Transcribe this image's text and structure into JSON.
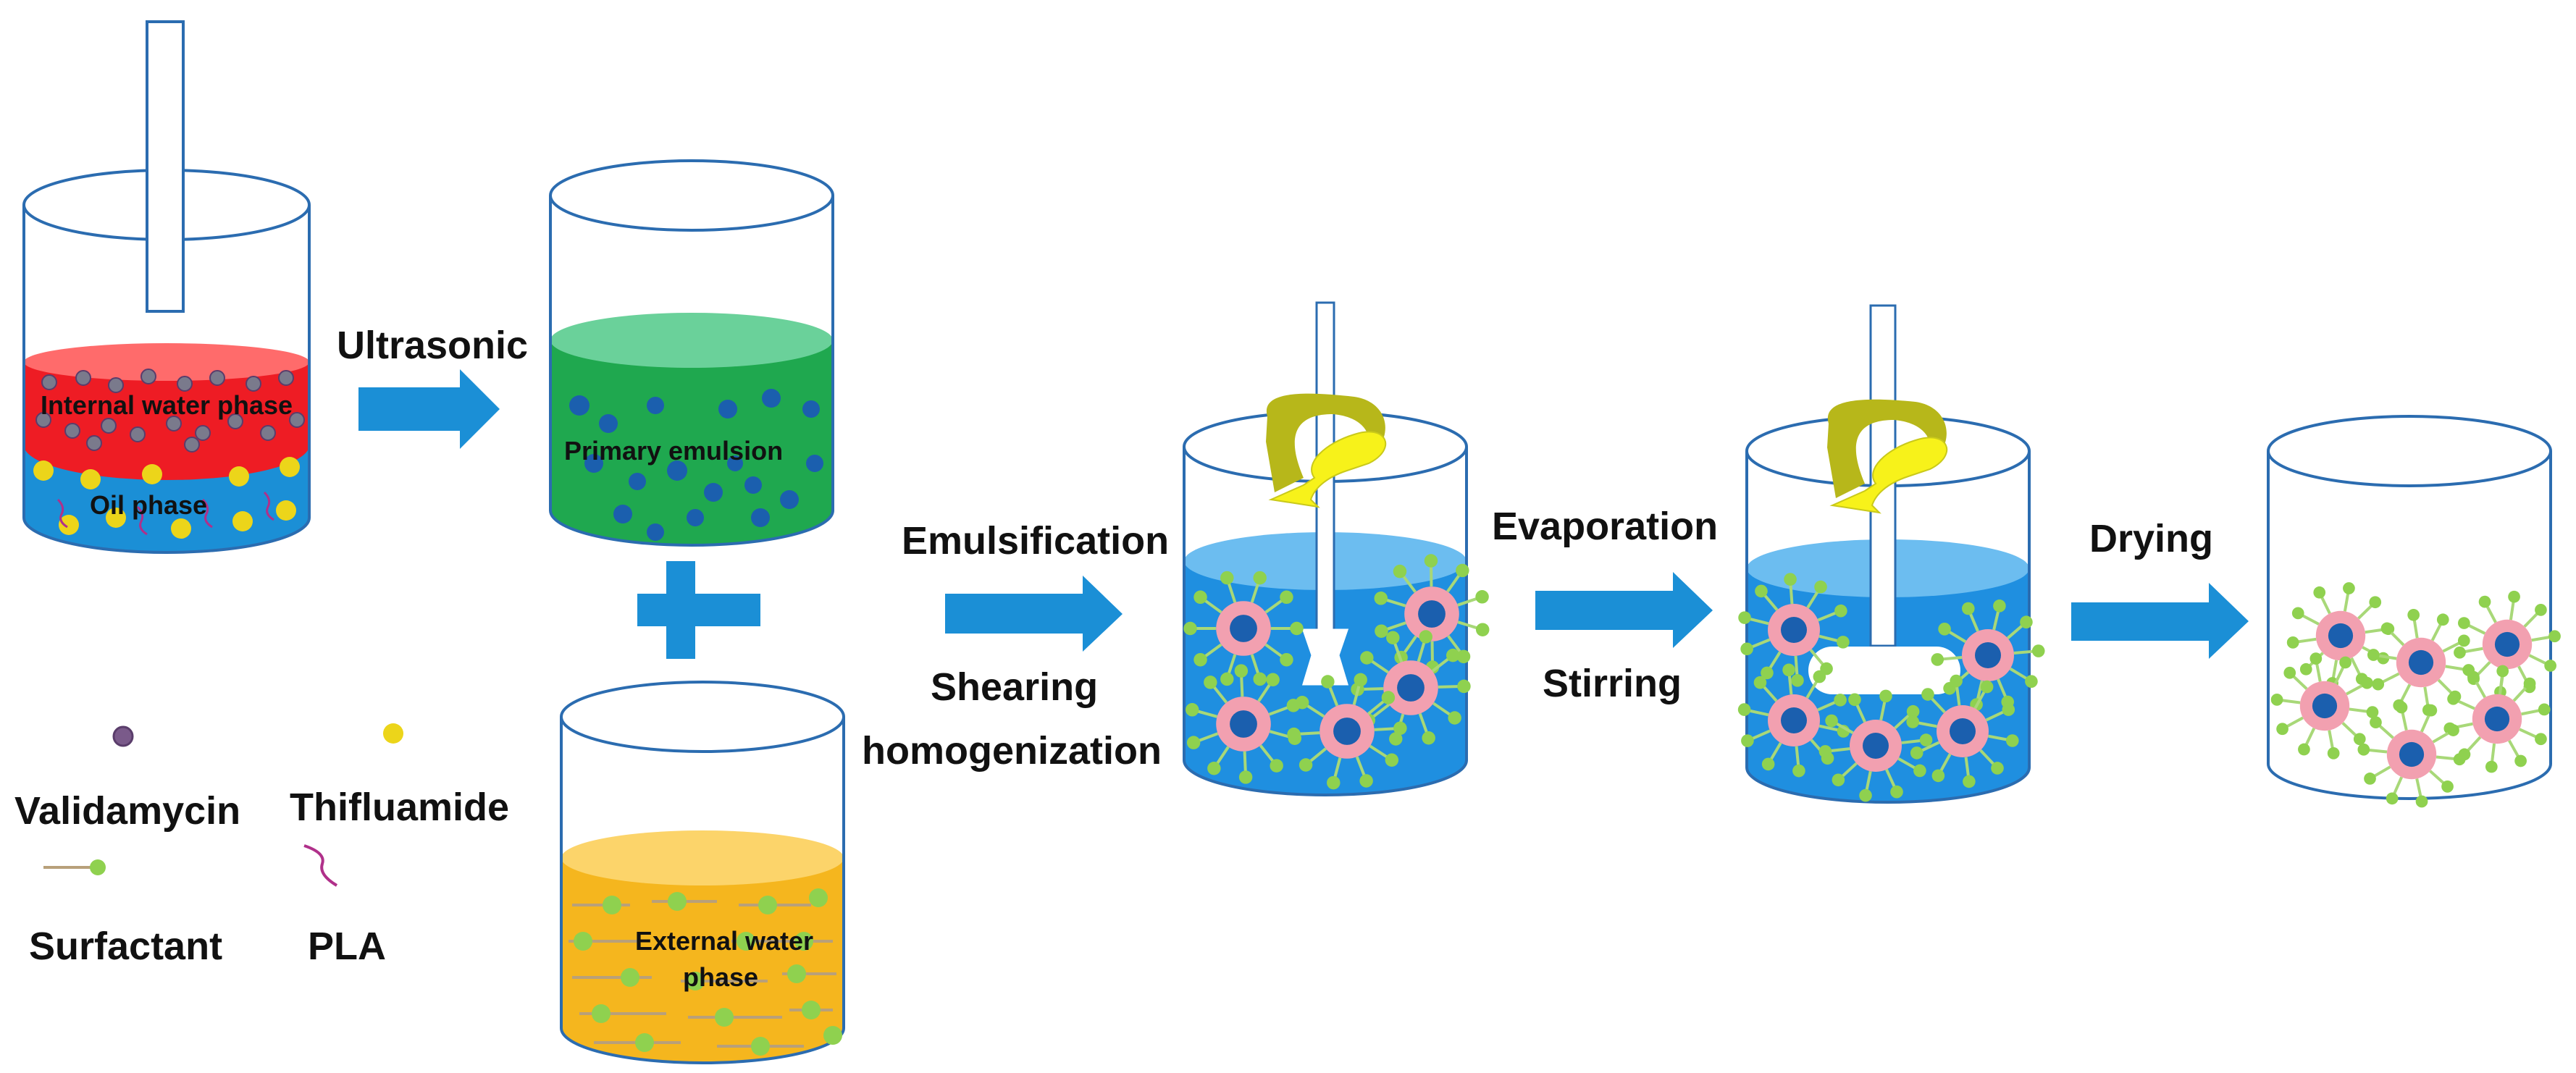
{
  "steps": {
    "ultrasonic": "Ultrasonic",
    "emulsification": "Emulsification",
    "shearing": "Shearing",
    "homogenization": "homogenization",
    "evaporation": "Evaporation",
    "stirring": "Stirring",
    "drying": "Drying"
  },
  "beakers": {
    "internal_water": "Internal water phase",
    "oil": "Oil phase",
    "primary_emulsion": "Primary emulsion",
    "external_water_1": "External water",
    "external_water_2": "phase"
  },
  "legend": {
    "validamycin": "Validamycin",
    "thifluamide": "Thifluamide",
    "surfactant": "Surfactant",
    "pla": "PLA"
  },
  "colors": {
    "internal_water": "#ee1c24",
    "oil": "#1b8fd6",
    "primary_emulsion": "#1fa84f",
    "external_water": "#f5b61e",
    "emulsion_blue": "#1f8fe0",
    "arrow": "#1b8fd6",
    "validamycin": "#7a5a8a",
    "thifluamide": "#ecd51a",
    "surfactant": "#8fd14f",
    "pla": "#b0308a",
    "particle_shell": "#f2a0b0",
    "particle_core": "#1b5fae",
    "stirrer_arrow": "#f7f21a"
  }
}
